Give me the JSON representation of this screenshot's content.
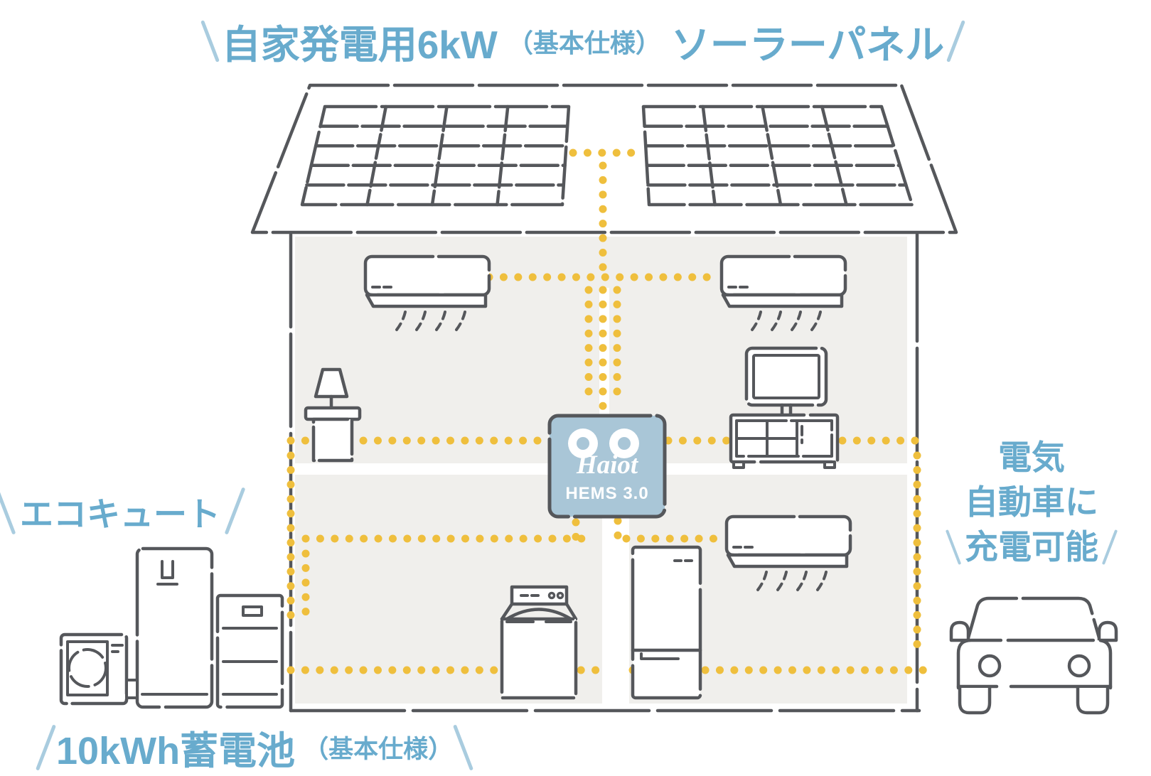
{
  "labels": {
    "solar_panel": {
      "prefix": "自家発電用6kW",
      "spec": "（基本仕様）",
      "suffix": "ソーラーパネル"
    },
    "ecocute": "エコキュート",
    "battery": {
      "main": "10kWh蓄電池",
      "spec": "（基本仕様）"
    },
    "ev_charge": {
      "line1": "電気",
      "line2": "自動車に",
      "line3": "充電可能"
    }
  },
  "hems_unit": {
    "brand": "Haiot",
    "model": "HEMS 3.0"
  },
  "colors": {
    "label_blue": "#68ABCD",
    "slash_blue": "#A9CCDF",
    "line_art": "#55575B",
    "dot_yellow": "#EFBF3D",
    "hems_fill": "#A9C6D7",
    "room_bg": "#F0EFEC",
    "device_fill": "#FFFFFF"
  },
  "icons": [
    "solar-panel-icon",
    "air-conditioner-icon",
    "tv-icon",
    "table-lamp-icon",
    "washing-machine-icon",
    "refrigerator-icon",
    "hems-controller-icon",
    "ecocute-tank-icon",
    "heat-pump-icon",
    "storage-battery-icon",
    "electric-car-icon",
    "power-line-dots"
  ]
}
